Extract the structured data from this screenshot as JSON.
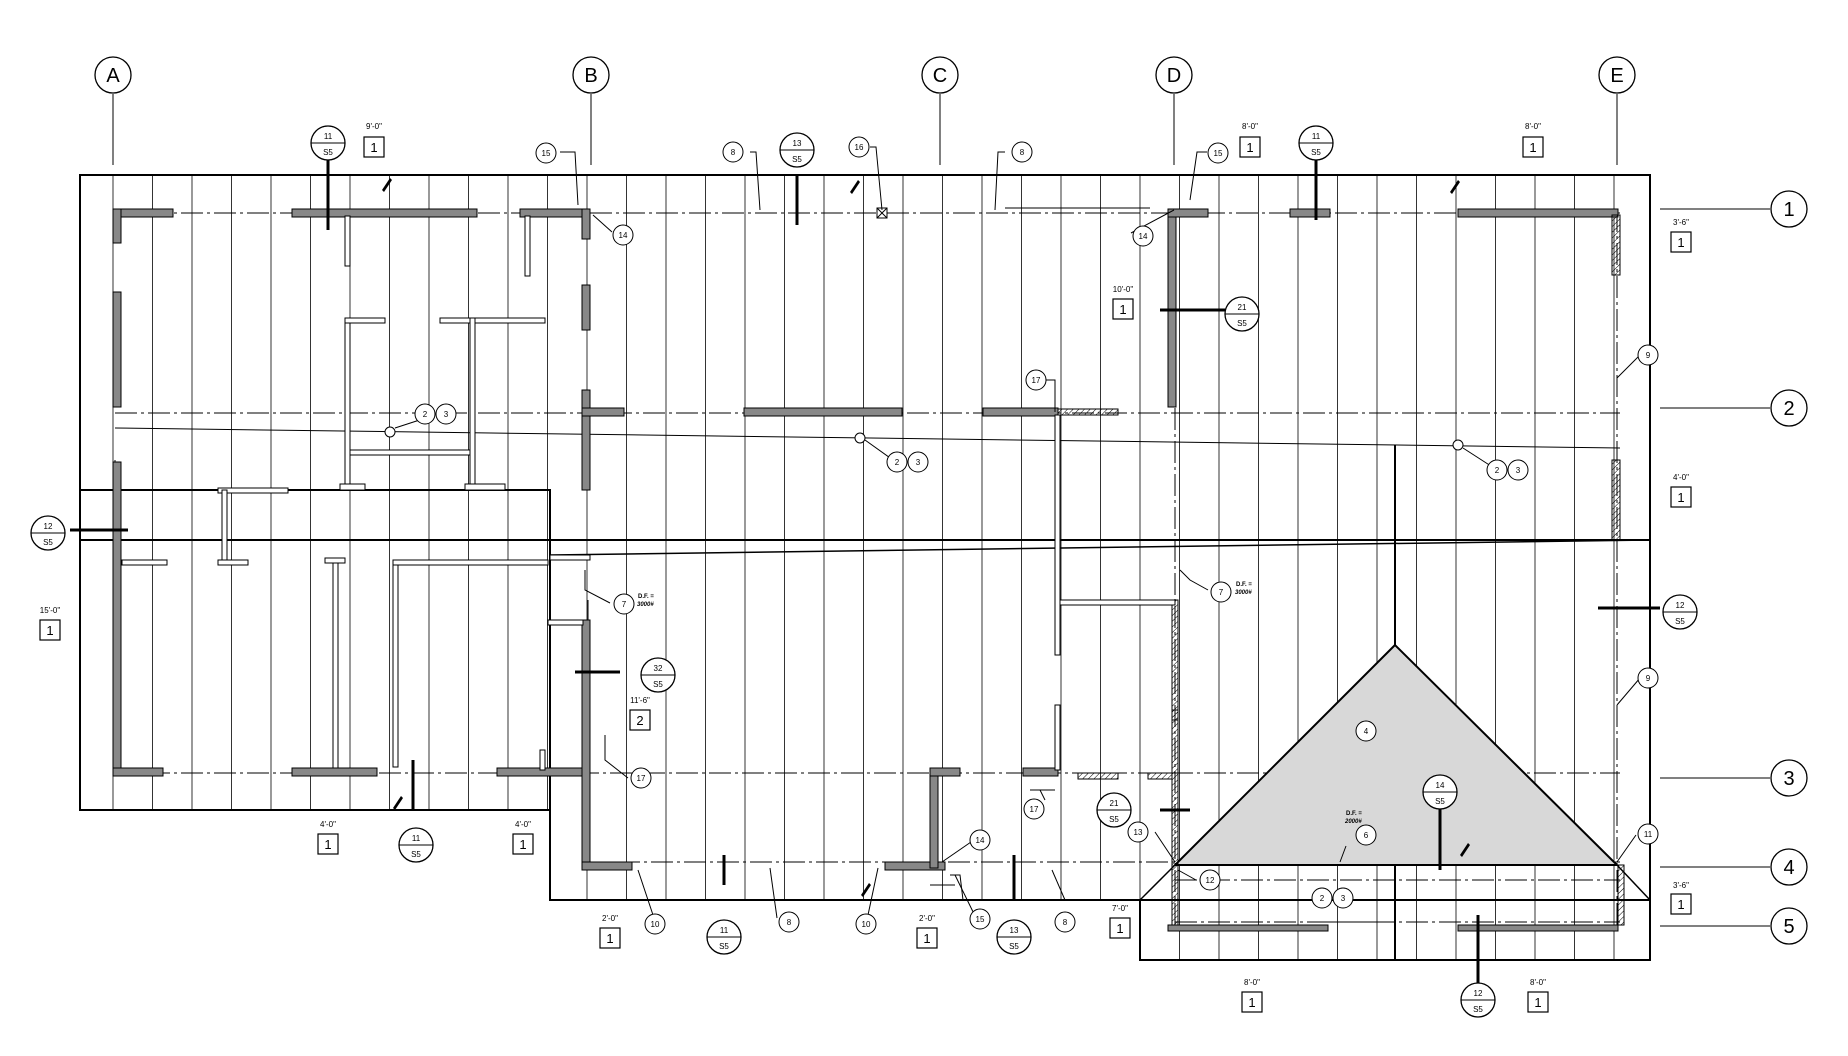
{
  "grid_cols": [
    "A",
    "B",
    "C",
    "D",
    "E"
  ],
  "grid_rows": [
    "1",
    "2",
    "3",
    "4",
    "5"
  ],
  "dims": {
    "d_9_0": "9'-0\"",
    "d_8_0": "8'-0\"",
    "d_3_6": "3'-6\"",
    "d_10_0": "10'-0\"",
    "d_4_0": "4'-0\"",
    "d_15_0": "15'-0\"",
    "d_11_6": "11'-6\"",
    "d_2_0": "2'-0\"",
    "d_7_0": "7'-0\""
  },
  "dim_tags": {
    "one": "1",
    "two": "2"
  },
  "sheet": "S5",
  "details": {
    "d11": "11",
    "d12": "12",
    "d13": "13",
    "d14": "14",
    "d21": "21",
    "d32": "32"
  },
  "notes": {
    "n2": "2",
    "n3": "3",
    "n4": "4",
    "n6": "6",
    "n7": "7",
    "n8": "8",
    "n9": "9",
    "n10": "10",
    "n11": "11",
    "n12": "12",
    "n13": "13",
    "n14": "14",
    "n15": "15",
    "n16": "16",
    "n17": "17"
  },
  "dp_line1": "D.F. =",
  "dp_value": "3000#",
  "dp_value_2": "2000#"
}
